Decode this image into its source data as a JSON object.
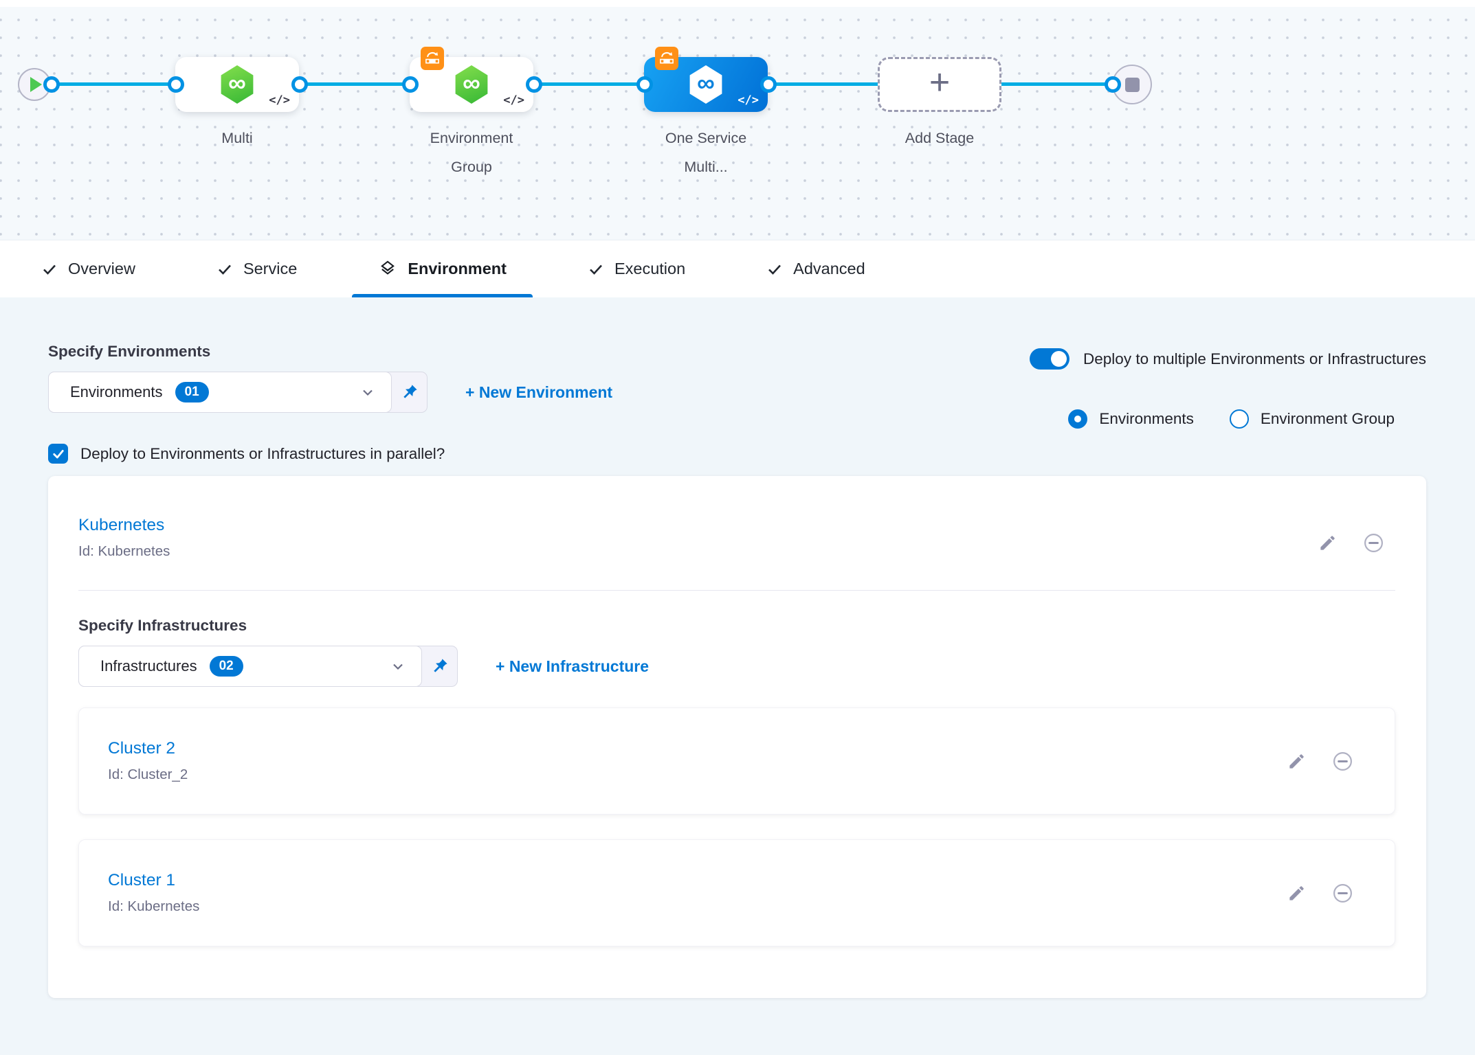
{
  "colors": {
    "accent": "#0278d5",
    "connector_line": "#00ade4",
    "node_orange_badge": "#ff9016",
    "icon_gray": "#9293ab"
  },
  "pipeline": {
    "nodes": [
      {
        "label": "Multi",
        "code": "</>"
      },
      {
        "label": "Environment Group",
        "code": "</>"
      },
      {
        "label": "One Service Multi...",
        "code": "</>"
      },
      {
        "label": "Add Stage",
        "plus": "+"
      }
    ],
    "infinity_glyph": "∞"
  },
  "tabs": {
    "overview": "Overview",
    "service": "Service",
    "environment": "Environment",
    "execution": "Execution",
    "advanced": "Advanced"
  },
  "env_section": {
    "heading": "Specify Environments",
    "dropdown_label": "Environments",
    "dropdown_count": "01",
    "new_environment": "+ New Environment",
    "toggle_label": "Deploy to multiple Environments or Infrastructures",
    "radio_environments": "Environments",
    "radio_environment_group": "Environment Group",
    "parallel_checkbox_label": "Deploy to Environments or Infrastructures in parallel?"
  },
  "environment_card": {
    "name": "Kubernetes",
    "id": "Id: Kubernetes",
    "infra_heading": "Specify Infrastructures",
    "infra_dropdown_label": "Infrastructures",
    "infra_dropdown_count": "02",
    "new_infrastructure": "+ New Infrastructure",
    "infrastructures": [
      {
        "name": "Cluster 2",
        "id": "Id: Cluster_2"
      },
      {
        "name": "Cluster 1",
        "id": "Id: Kubernetes"
      }
    ]
  }
}
